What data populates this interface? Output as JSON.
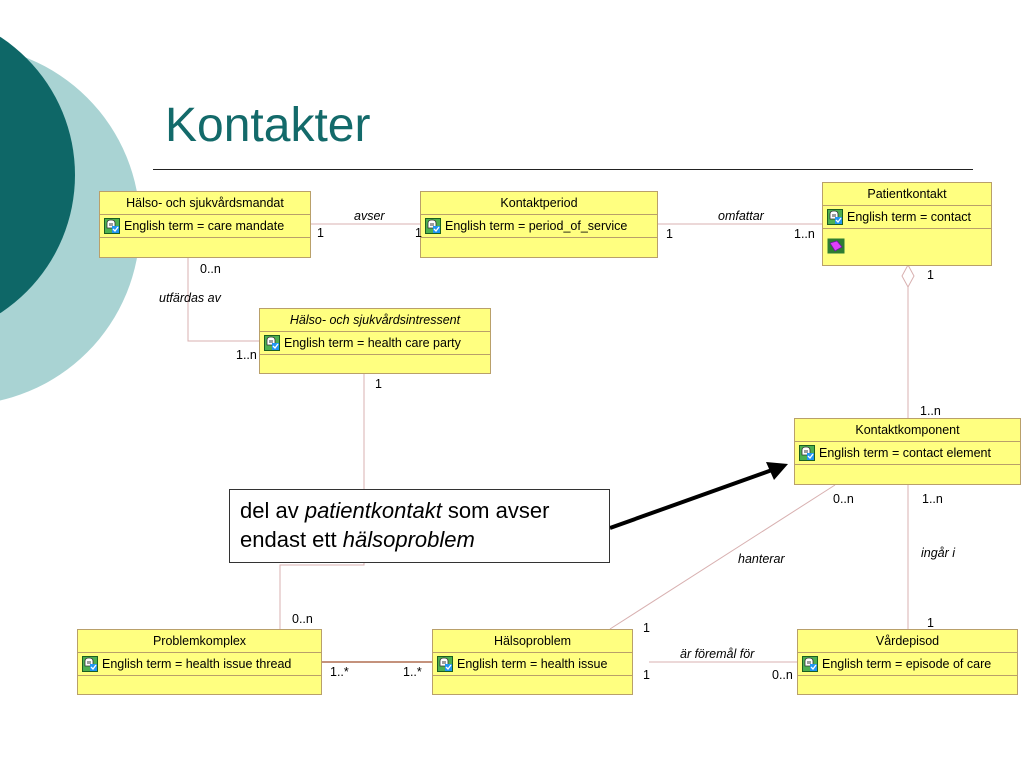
{
  "slide": {
    "title": "Kontakter"
  },
  "classes": {
    "mandat": {
      "name": "Hälso- och sjukvårdsmandat",
      "attribute": "English term = care mandate"
    },
    "kontaktperiod": {
      "name": "Kontaktperiod",
      "attribute": "English term = period_of_service"
    },
    "patientkontakt": {
      "name": "Patientkontakt",
      "attribute": "English term = contact"
    },
    "intressent": {
      "name": "Hälso- och sjukvårdsintressent",
      "attribute": "English term = health care party"
    },
    "kontaktkomponent": {
      "name": "Kontaktkomponent",
      "attribute": "English term = contact element"
    },
    "problemkomplex": {
      "name": "Problemkomplex",
      "attribute": "English term = health issue thread"
    },
    "halsoproblem": {
      "name": "Hälsoproblem",
      "attribute": "English term = health issue"
    },
    "vardepisod": {
      "name": "Vårdepisod",
      "attribute": "English term = episode of care"
    }
  },
  "relations": {
    "avser": "avser",
    "omfattar": "omfattar",
    "utfardas_av": "utfärdas av",
    "hanterar": "hanterar",
    "ingar_i": "ingår i",
    "ar_foremal_for": "är föremål för"
  },
  "multiplicities": {
    "avser_left": "1",
    "avser_right": "1",
    "omfattar_left": "1",
    "omfattar_right": "1..n",
    "utfardas_top": "0..n",
    "utfardas_bottom": "1..n",
    "agg_top": "1",
    "agg_bottom": "1..n",
    "intressent_bottom": "1",
    "problemkomplex_top": "0..n",
    "hanterar_top": "0..n",
    "hanterar_bottom": "1",
    "ingar_top": "1..n",
    "ingar_bottom": "1",
    "pk_hp_left": "1..*",
    "pk_hp_right": "1..*",
    "foremal_left": "1",
    "foremal_right": "0..n"
  },
  "callout": {
    "part1": "del av ",
    "part2": "patientkontakt",
    "part3": " som avser",
    "part4": "endast ett ",
    "part5": "hälsoproblem"
  },
  "colors": {
    "class_fill": "#ffff80",
    "class_border": "#b9a06a",
    "title": "#136a6a",
    "deco_dark": "#0e6767",
    "deco_light": "#a9d3d3",
    "association": "#d8b0b0",
    "arrow": "#000000"
  },
  "icons": {
    "attribute": "attribute-icon",
    "operation": "operation-icon"
  }
}
